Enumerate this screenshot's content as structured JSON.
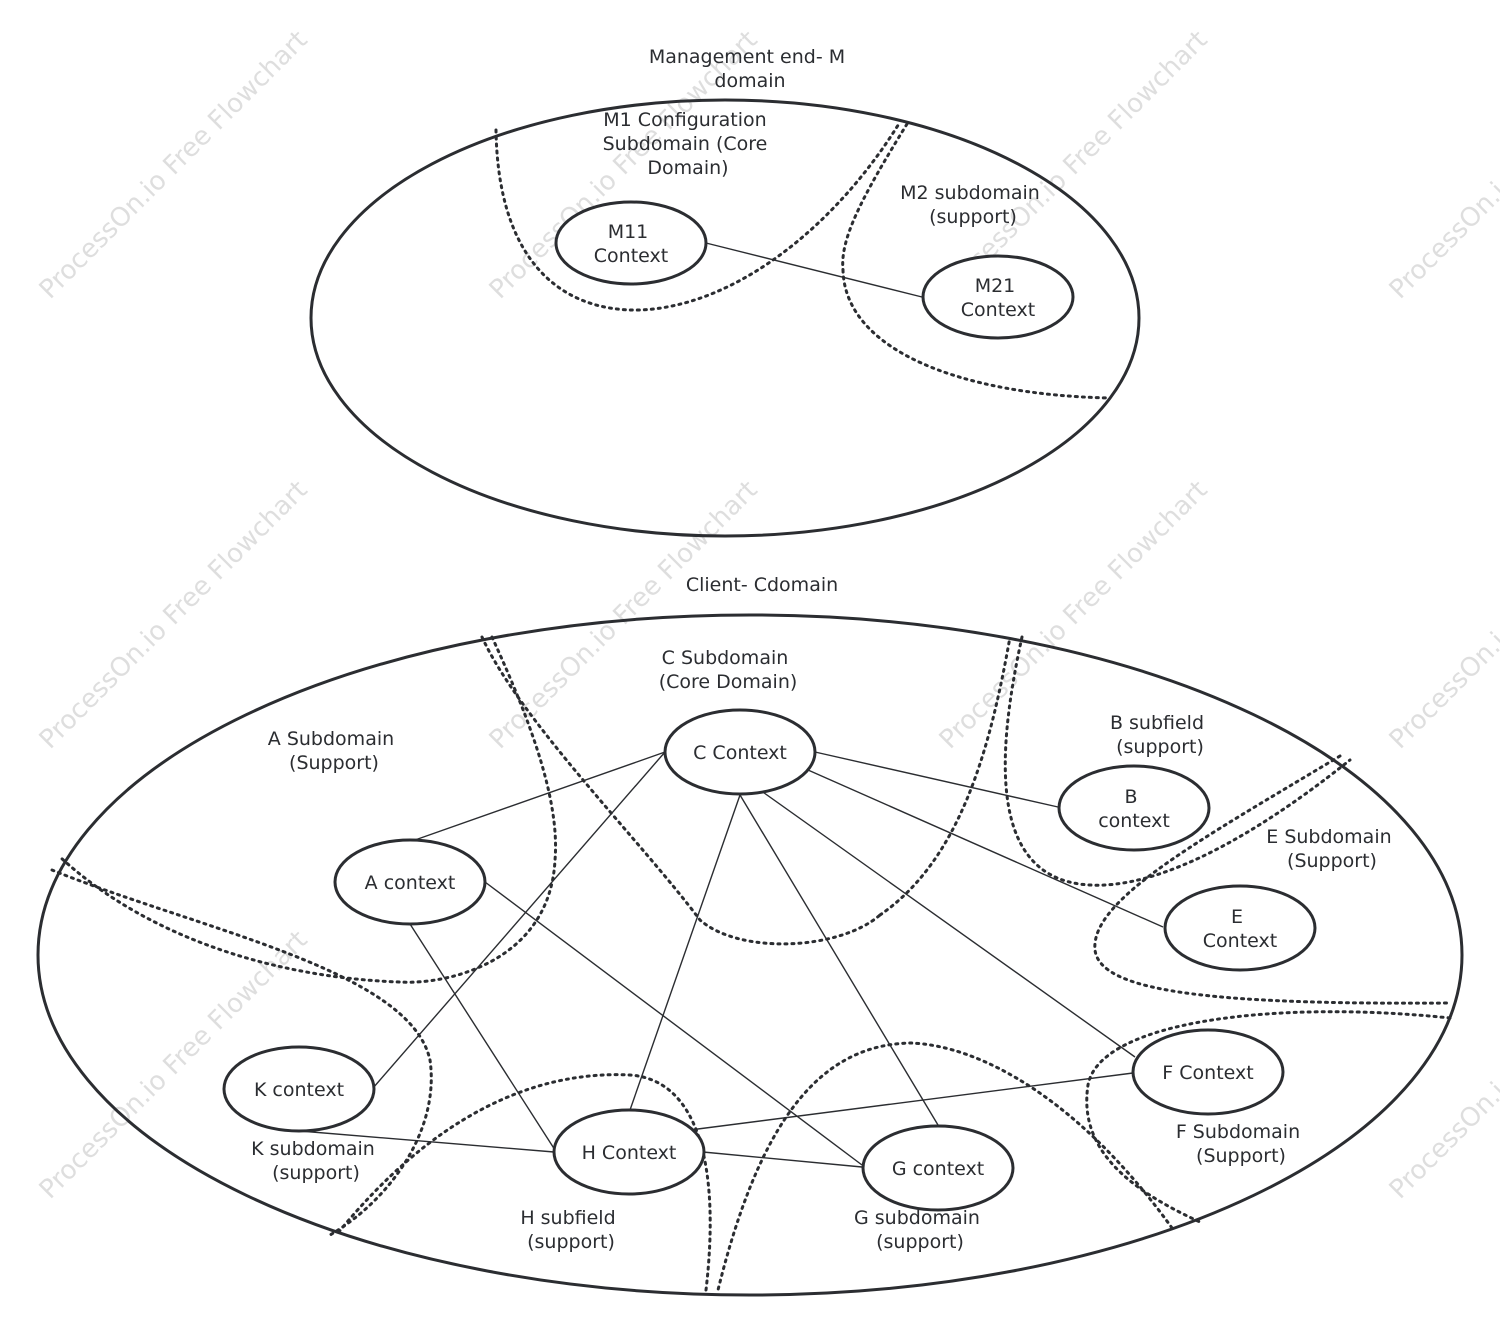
{
  "watermark": "ProcessOn.io Free Flowchart",
  "domains": {
    "management": {
      "title_lines": [
        "Management end- M",
        "domain"
      ],
      "subdomains": {
        "m1": [
          "M1 Configuration",
          "Subdomain (Core",
          "Domain)"
        ],
        "m2": [
          "M2 subdomain",
          "(support)"
        ]
      },
      "contexts": {
        "m11": [
          "M11",
          "Context"
        ],
        "m21": [
          "M21",
          "Context"
        ]
      }
    },
    "client": {
      "title_lines": [
        "Client- Cdomain"
      ],
      "subdomains": {
        "a": [
          "A Subdomain",
          "(Support)"
        ],
        "c": [
          "C Subdomain",
          "(Core Domain)"
        ],
        "b": [
          "B subfield",
          "(support)"
        ],
        "e": [
          "E Subdomain",
          "(Support)"
        ],
        "f": [
          "F Subdomain",
          "(Support)"
        ],
        "g": [
          "G subdomain",
          "(support)"
        ],
        "h": [
          "H subfield",
          "(support)"
        ],
        "k": [
          "K subdomain",
          "(support)"
        ]
      },
      "contexts": {
        "c": [
          "C Context"
        ],
        "a": [
          "A context"
        ],
        "b": [
          "B",
          "context"
        ],
        "e": [
          "E",
          "Context"
        ],
        "f": [
          "F Context"
        ],
        "g": [
          "G context"
        ],
        "h": [
          "H Context"
        ],
        "k": [
          "K context"
        ]
      }
    }
  },
  "relations": [
    [
      "m11",
      "m21"
    ],
    [
      "c",
      "a"
    ],
    [
      "c",
      "b"
    ],
    [
      "c",
      "e"
    ],
    [
      "c",
      "f"
    ],
    [
      "c",
      "g"
    ],
    [
      "c",
      "h"
    ],
    [
      "c",
      "k"
    ],
    [
      "a",
      "h"
    ],
    [
      "a",
      "g"
    ],
    [
      "k",
      "h"
    ],
    [
      "h",
      "g"
    ],
    [
      "h",
      "f"
    ]
  ]
}
